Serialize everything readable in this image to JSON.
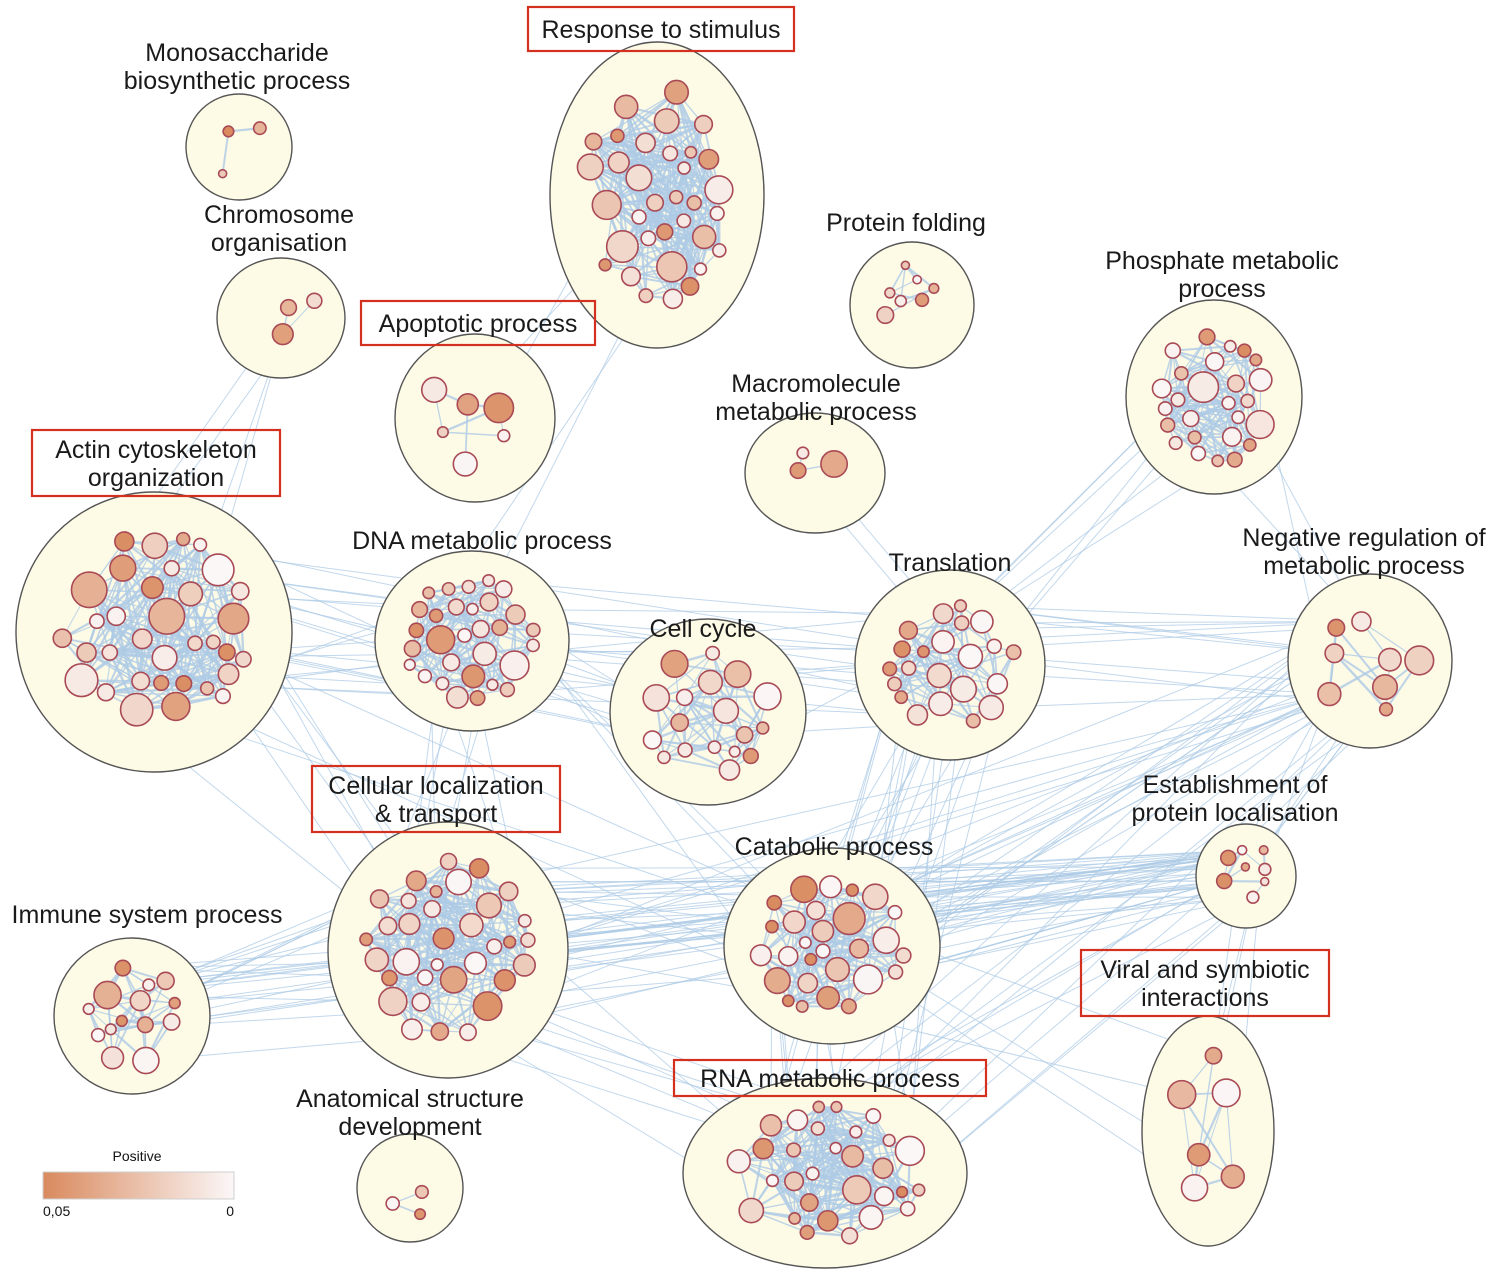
{
  "colors": {
    "edge": "#aecbe6",
    "cluster_fill": "#fdfbe6",
    "cluster_stroke": "#555555",
    "node_stroke": "#a94a56",
    "node_scale_high": "#d98a5e",
    "node_scale_low": "#fbf7f7",
    "highlight_box": "#d4301f"
  },
  "legend": {
    "title": "Positive",
    "min_label": "0,05",
    "max_label": "0"
  },
  "clusters": [
    {
      "id": "monosaccharide",
      "label": "Monosaccharide\nbiosynthetic process",
      "highlighted": false
    },
    {
      "id": "chromosome",
      "label": "Chromosome\norganisation",
      "highlighted": false
    },
    {
      "id": "response",
      "label": "Response to stimulus",
      "highlighted": true
    },
    {
      "id": "apoptotic",
      "label": "Apoptotic process",
      "highlighted": true
    },
    {
      "id": "protein_folding",
      "label": "Protein folding",
      "highlighted": false
    },
    {
      "id": "macromolecule",
      "label": "Macromolecule\nmetabolic process",
      "highlighted": false
    },
    {
      "id": "phosphate",
      "label": "Phosphate metabolic\nprocess",
      "highlighted": false
    },
    {
      "id": "actin",
      "label": "Actin cytoskeleton\norganization",
      "highlighted": true
    },
    {
      "id": "dna",
      "label": "DNA metabolic process",
      "highlighted": false
    },
    {
      "id": "cell_cycle",
      "label": "Cell cycle",
      "highlighted": false
    },
    {
      "id": "translation",
      "label": "Translation",
      "highlighted": false
    },
    {
      "id": "neg_reg",
      "label": "Negative regulation of\nmetabolic process",
      "highlighted": false
    },
    {
      "id": "cellular_loc",
      "label": "Cellular localization\n& transport",
      "highlighted": true
    },
    {
      "id": "catabolic",
      "label": "Catabolic process",
      "highlighted": false
    },
    {
      "id": "establishment",
      "label": "Establishment of\nprotein localisation",
      "highlighted": false
    },
    {
      "id": "immune",
      "label": "Immune system process",
      "highlighted": false
    },
    {
      "id": "viral",
      "label": "Viral and symbiotic\ninteractions",
      "highlighted": true
    },
    {
      "id": "anatomical",
      "label": "Anatomical structure\ndevelopment",
      "highlighted": false
    },
    {
      "id": "rna",
      "label": "RNA metabolic process",
      "highlighted": true
    }
  ]
}
